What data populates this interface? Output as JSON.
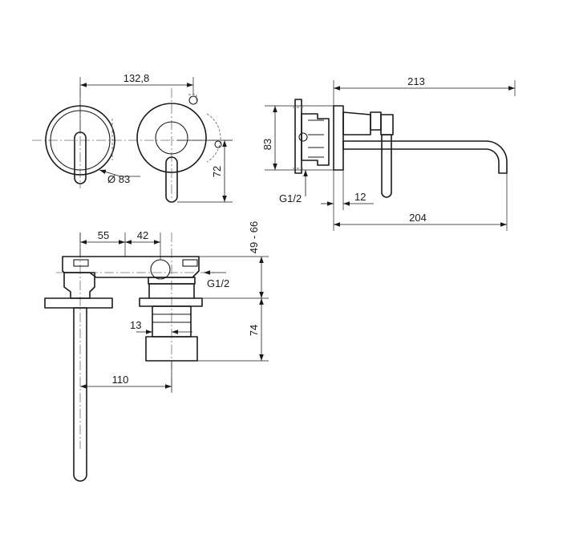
{
  "dimensions": {
    "front_spacing": "132,8",
    "side_depth": "213",
    "rosette_diameter": "Ø 83",
    "lever_height": "72",
    "side_height": "83",
    "side_inlet": "G1/2",
    "side_offset": "12",
    "spout_length": "204",
    "top_left_offset": "55",
    "top_right_offset": "42",
    "wall_depth_range": "49 - 66",
    "top_inlet": "G1/2",
    "body_height": "74",
    "body_inner": "13",
    "spout_offset": "110"
  }
}
